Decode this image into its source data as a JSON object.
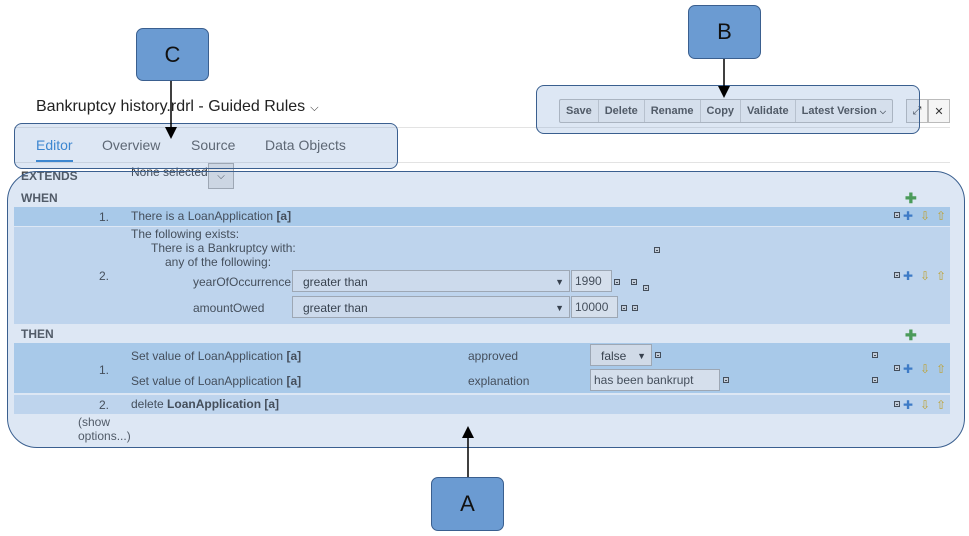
{
  "title": "Bankruptcy history.rdrl - Guided Rules",
  "tabs": [
    "Editor",
    "Overview",
    "Source",
    "Data Objects"
  ],
  "toolbar": [
    "Save",
    "Delete",
    "Rename",
    "Copy",
    "Validate",
    "Latest Version"
  ],
  "toolbar_icons": {
    "expand": "⤢",
    "close": "✕"
  },
  "callouts": {
    "a": "A",
    "b": "B",
    "c": "C"
  },
  "rule": {
    "extends_label": "EXTENDS",
    "extends_value": "None selected",
    "when_label": "WHEN",
    "then_label": "THEN",
    "when1_num": "1.",
    "when1_text": "There is a LoanApplication",
    "when1_var": "[a]",
    "when2_num": "2.",
    "exists_text": "The following exists:",
    "bankruptcy_text": "There is a Bankruptcy with:",
    "any_text": "any of the following:",
    "field1_label": "yearOfOccurrence",
    "field1_op": "greater than",
    "field1_value": "1990",
    "field2_label": "amountOwed",
    "field2_op": "greater than",
    "field2_value": "10000",
    "then1_num": "1.",
    "set1_text": "Set value of LoanApplication",
    "set1_var": "[a]",
    "set1_field": "approved",
    "set1_value": "false",
    "set2_text": "Set value of LoanApplication",
    "set2_var": "[a]",
    "set2_field": "explanation",
    "set2_value": "has been bankrupt",
    "then2_num": "2.",
    "delete_text": "delete",
    "delete_target": "LoanApplication [a]",
    "show_options": "(show options...)"
  },
  "colors": {
    "accent": "#2a7fcf",
    "callout": "#6b9bd2",
    "band": "#b9d7f1"
  }
}
